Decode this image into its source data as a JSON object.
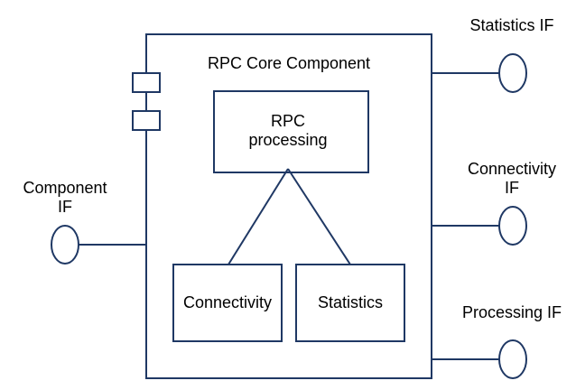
{
  "colors": {
    "stroke": "#1f3864",
    "background": "#ffffff",
    "text": "#000000"
  },
  "component": {
    "title": "RPC Core Component"
  },
  "boxes": {
    "rpc_processing": {
      "line1": "RPC",
      "line2": "processing"
    },
    "connectivity": {
      "label": "Connectivity"
    },
    "statistics": {
      "label": "Statistics"
    }
  },
  "interfaces": {
    "statistics_if": {
      "line1": "Statistics IF"
    },
    "connectivity_if": {
      "line1": "Connectivity",
      "line2": "IF"
    },
    "processing_if": {
      "line1": "Processing IF"
    },
    "component_if": {
      "line1": "Component",
      "line2": "IF"
    }
  }
}
